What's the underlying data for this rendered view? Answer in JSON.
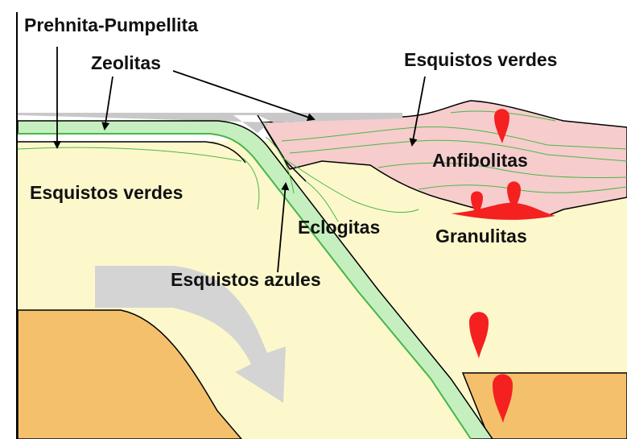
{
  "labels": {
    "prehnita_pumpellita": "Prehnita-Pumpellita",
    "zeolitas": "Zeolitas",
    "esquistos_verdes_top": "Esquistos verdes",
    "anfibolitas": "Anfibolitas",
    "esquistos_verdes_left": "Esquistos verdes",
    "eclogitas": "Eclogitas",
    "granulitas": "Granulitas",
    "esquistos_azules": "Esquistos azules"
  },
  "colors": {
    "mantle": "#fdf8cc",
    "deep_crust": "#f4c06c",
    "continental_crust": "#f6cccc",
    "slab": "#c6efc0",
    "green_line": "#48b848",
    "surface_gray": "#c8c8c8",
    "magma": "#f52020",
    "flow_arrow": "#d4d4d4"
  }
}
